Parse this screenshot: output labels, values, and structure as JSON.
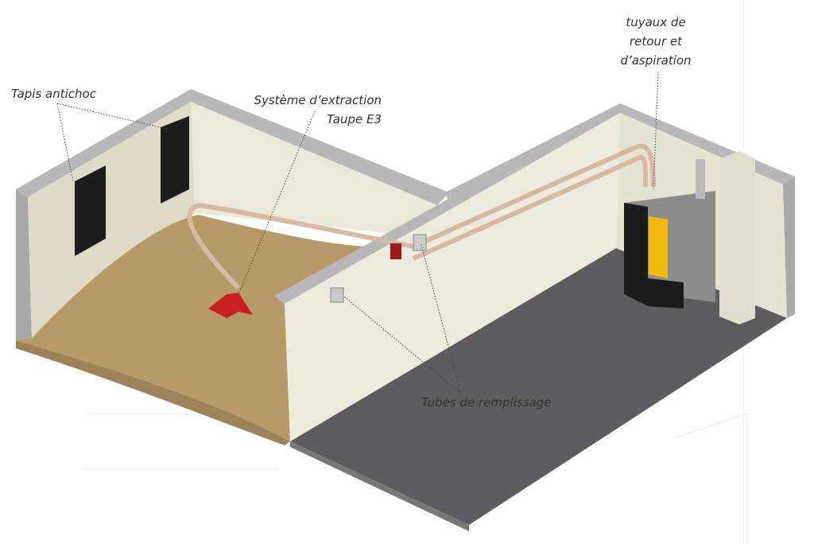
{
  "labels": {
    "shock_mat": "Tapis antichoc",
    "extraction_line1": "Système d’extraction",
    "extraction_line2": "Taupe E3",
    "pipes_line1": "tuyaux de",
    "pipes_line2": "retour et",
    "pipes_line3": "d’aspiration",
    "filling_tubes": "Tubes de remplissage"
  },
  "colors": {
    "wall": "#e9e7d6",
    "wall_top": "#b9b9b9",
    "sand": "#b59a6a",
    "floor": "#5d5d5f",
    "boiler_yellow": "#f2b90f"
  }
}
